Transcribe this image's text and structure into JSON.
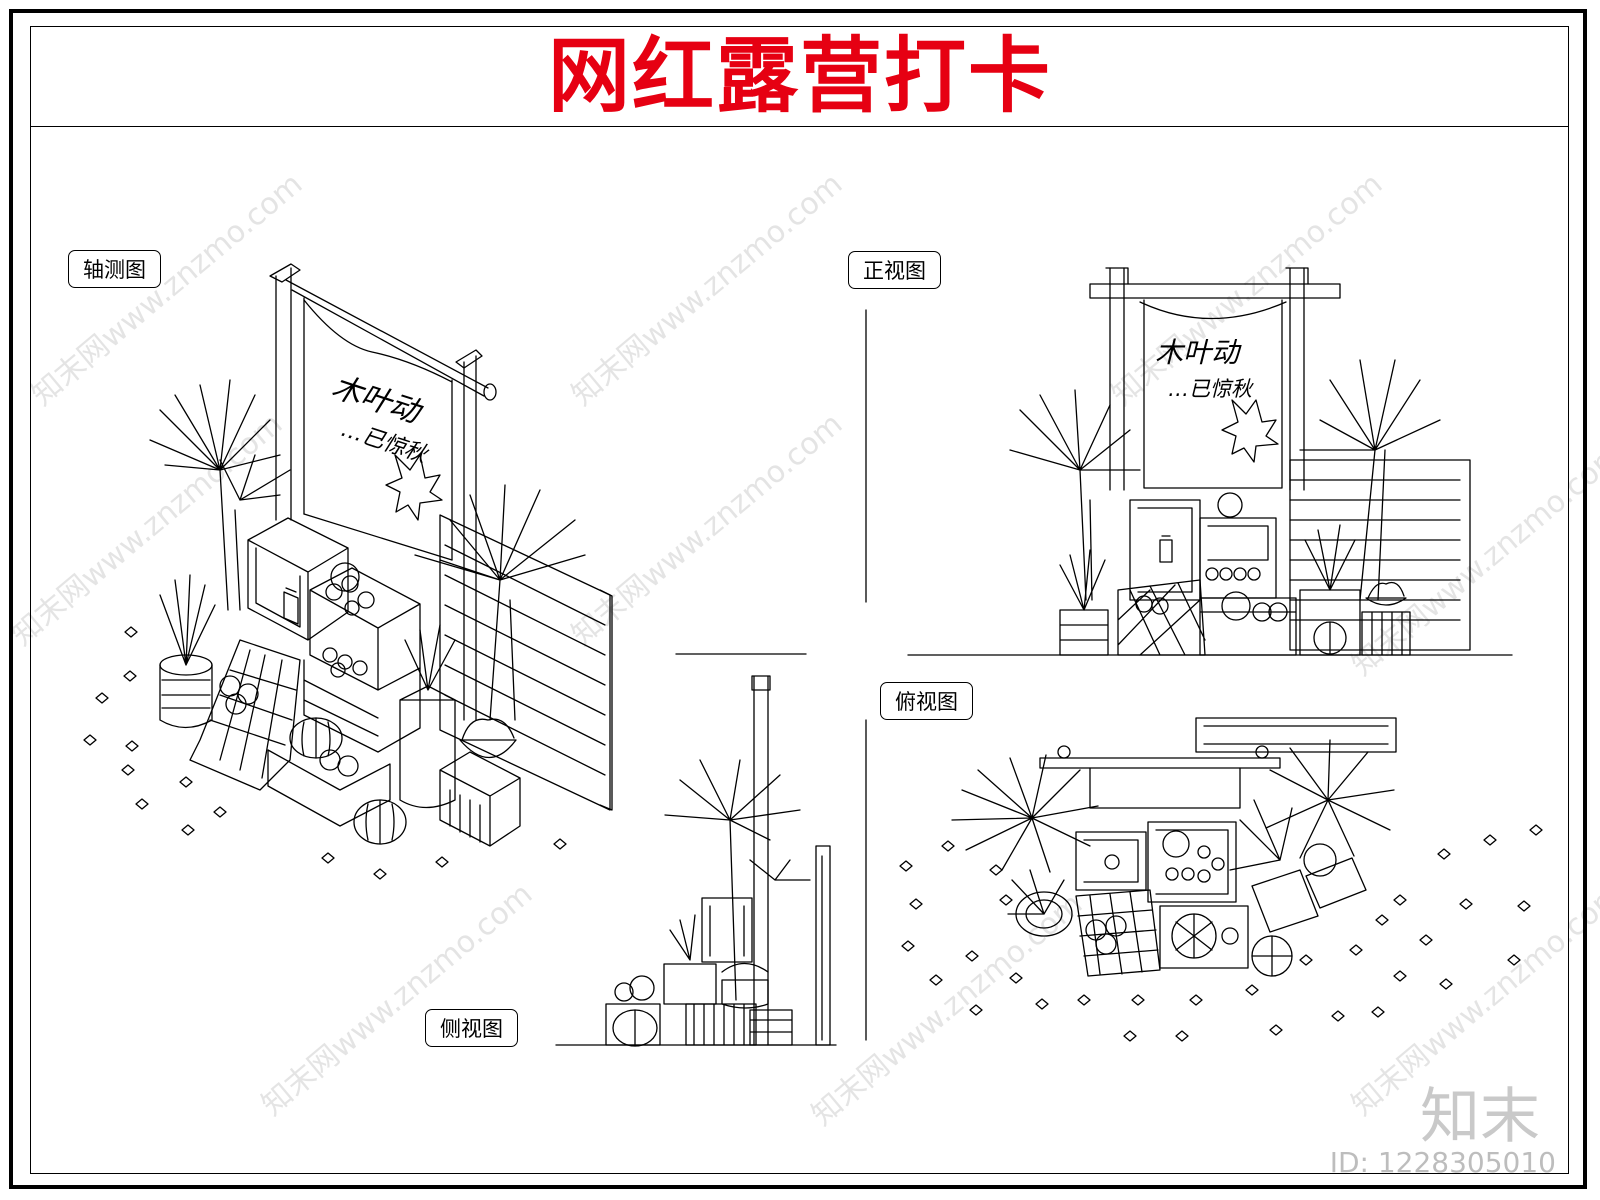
{
  "title": {
    "text": "网红露营打卡",
    "color": "#e60012"
  },
  "views": {
    "axonometric": "轴测图",
    "front": "正视图",
    "top": "俯视图",
    "side": "侧视图"
  },
  "sign_text": {
    "line1": "木叶动",
    "line2": "…已惊秋"
  },
  "watermark": {
    "text": "知末网www.znzmo.com",
    "color": "#cfcfcf"
  },
  "brand": "知末",
  "image_id": "ID: 1228305010",
  "colors": {
    "line": "#000000",
    "background": "#ffffff"
  }
}
